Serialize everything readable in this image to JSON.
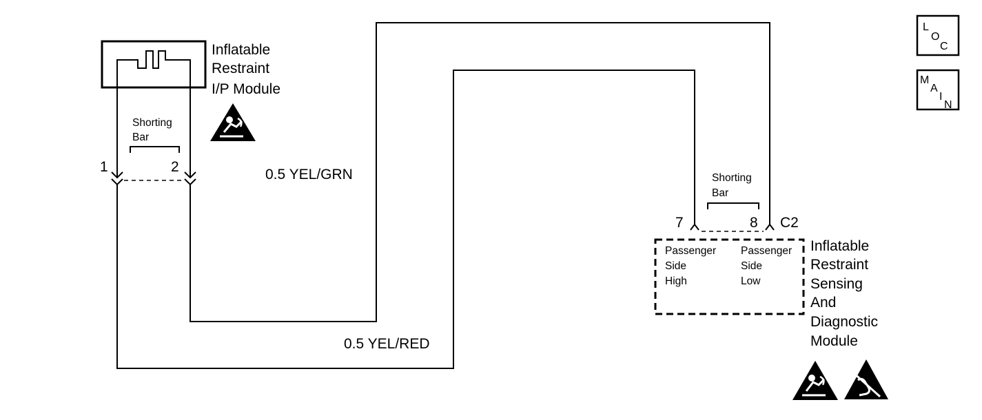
{
  "ip_module": {
    "label_lines": [
      "Inflatable",
      "Restraint",
      "I/P Module"
    ],
    "shorting_bar_lines": [
      "Shorting",
      "Bar"
    ],
    "pin_1": "1",
    "pin_2": "2"
  },
  "wires": {
    "yel_grn": "0.5 YEL/GRN",
    "yel_red": "0.5 YEL/RED"
  },
  "sdm": {
    "label_lines": [
      "Inflatable",
      "Restraint",
      "Sensing",
      "And",
      "Diagnostic",
      "Module"
    ],
    "shorting_bar_lines": [
      "Shorting",
      "Bar"
    ],
    "pin_7": "7",
    "pin_8": "8",
    "connector": "C2",
    "terminal_high_lines": [
      "Passenger",
      "Side",
      "High"
    ],
    "terminal_low_lines": [
      "Passenger",
      "Side",
      "Low"
    ]
  },
  "nav": {
    "loc": [
      "L",
      "O",
      "C"
    ],
    "main": [
      "M",
      "A",
      "I",
      "N"
    ]
  },
  "icons": {
    "airbag_warning_1": "airbag-warning-icon",
    "airbag_warning_2": "airbag-warning-icon",
    "esd_warning": "esd-warning-icon"
  },
  "colors": {
    "line": "#000000",
    "background": "#ffffff"
  }
}
